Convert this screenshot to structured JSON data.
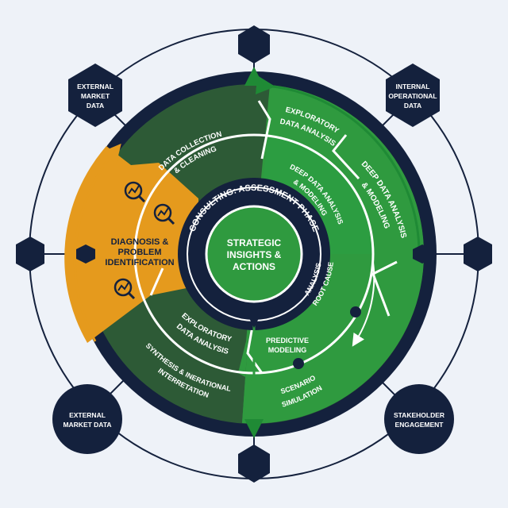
{
  "center": {
    "ring_title": "CONSULTING: ASSESSMENT PHASE",
    "title_lines": [
      "STRATEGIC",
      "INSIGHTS &",
      "ACTIONS"
    ]
  },
  "segments": {
    "data_collection": {
      "lines": [
        "DATA COLLECTION",
        "& CLEANING"
      ]
    },
    "exploratory_top": {
      "lines": [
        "EXPLORATORY",
        "DATA ANALYSIS"
      ]
    },
    "deep_inner": {
      "lines": [
        "DEEP DATA ANALYSIS",
        "& MODELING"
      ]
    },
    "deep_outer": {
      "lines": [
        "DEEP DATA ANALYSIS",
        "& MODELING"
      ]
    },
    "diagnosis": {
      "lines": [
        "DIAGNOSIS &",
        "PROBLEM",
        "IDENTIFICATION"
      ]
    },
    "root_cause": {
      "lines": [
        "ROOT CAUSE",
        "ANALYSIS"
      ]
    },
    "predictive": {
      "lines": [
        "PREDICTIVE",
        "MODELING"
      ]
    },
    "scenario": {
      "lines": [
        "SCENARIO",
        "SIMULATION"
      ]
    },
    "exploratory_bottom": {
      "lines": [
        "EXPLORATORY",
        "DATA ANALYSIS"
      ]
    },
    "synthesis": {
      "lines": [
        "SYNTHESIS & INERATIONAL",
        "INTERRETATION"
      ]
    }
  },
  "nodes": {
    "top_left": {
      "lines": [
        "EXTERNAL",
        "MARKET",
        "DATA"
      ]
    },
    "top_right": {
      "lines": [
        "INTERNAL",
        "OPERATIONAL",
        "DATA"
      ]
    },
    "bottom_left": {
      "lines": [
        "EXTERNAL",
        "MARKET DATA"
      ]
    },
    "bottom_right": {
      "lines": [
        "STAKEHOLDER",
        "ENGAGEMENT"
      ]
    }
  },
  "icons": [
    "magnifier-chart-icon",
    "magnifier-chart-icon",
    "magnifier-chart-icon"
  ],
  "colors": {
    "navy": "#14213d",
    "dark_green": "#2d5a36",
    "green": "#2f9a3f",
    "orange": "#e59a1d",
    "background": "#eef2f8"
  }
}
